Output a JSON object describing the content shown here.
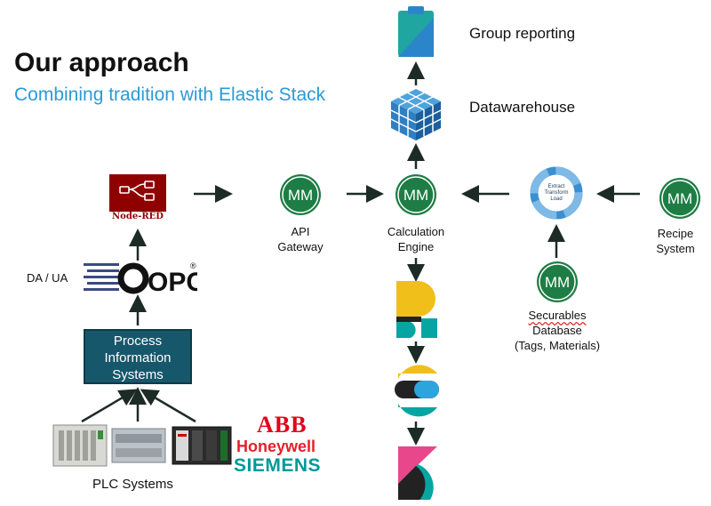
{
  "title": "Our approach",
  "subtitle": "Combining tradition with Elastic Stack",
  "nodes": {
    "group_reporting": "Group reporting",
    "datawarehouse": "Datawarehouse",
    "api_gateway": [
      "API",
      "Gateway"
    ],
    "calc_engine": [
      "Calculation",
      "Engine"
    ],
    "recipe_system": [
      "Recipe",
      "System"
    ],
    "securables": [
      "Securables",
      "Database",
      "(Tags, Materials)"
    ],
    "etl": [
      "Extract",
      "Transform",
      "Load"
    ],
    "node_red": "Node-RED",
    "da_ua": "DA / UA",
    "opc": "OPC",
    "pis": [
      "Process",
      "Information",
      "Systems"
    ],
    "plc": "PLC Systems",
    "mm_logo": "MM"
  },
  "brands": {
    "abb": "ABB",
    "honeywell": "Honeywell",
    "siemens": "SIEMENS"
  },
  "colors": {
    "mm_green": "#1e7d44",
    "subtitle_blue": "#2a9bd8",
    "pis_bg": "#17576b",
    "abb_red": "#e2001a",
    "honeywell_red": "#e4202b",
    "siemens_teal": "#009999",
    "node_red": "#8f0000",
    "arrow": "#1d2b26"
  }
}
